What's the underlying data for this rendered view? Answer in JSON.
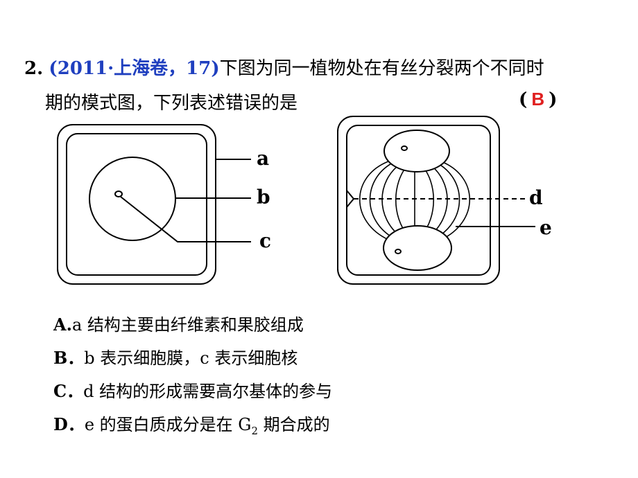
{
  "question": {
    "number": "2.",
    "source": "(2011·上海卷，17)",
    "text_line1": "下图为同一植物处在有丝分裂两个不同时",
    "text_line2": "期的模式图，下列表述错误的是",
    "answer_open": "(",
    "answer": "B",
    "answer_close": ")"
  },
  "figure": {
    "labels": {
      "a": "a",
      "b": "b",
      "c": "c",
      "d": "d",
      "e": "e"
    }
  },
  "options": [
    {
      "key": "A.",
      "text": "a 结构主要由纤维素和果胶组成"
    },
    {
      "key": "B．",
      "text": "b 表示细胞膜，c 表示细胞核"
    },
    {
      "key": "C．",
      "text": "d 结构的形成需要高尔基体的参与"
    },
    {
      "key": "D．",
      "text": "e 的蛋白质成分是在 G",
      "sub": "2",
      "text_after": " 期合成的"
    }
  ]
}
